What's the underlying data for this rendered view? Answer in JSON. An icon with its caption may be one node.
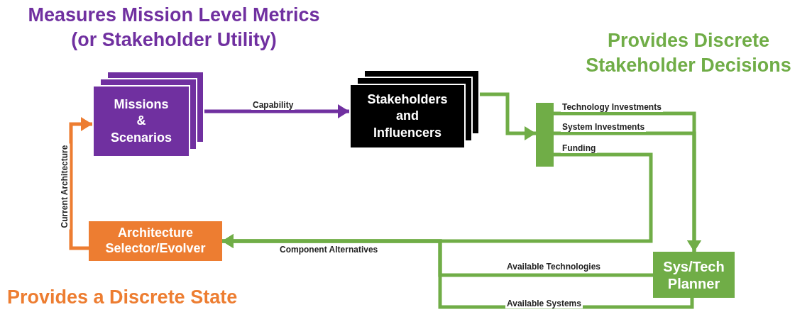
{
  "diagram": {
    "nodes": [
      {
        "text": [
          "Missions & Scenarios"
        ]
      },
      {
        "text": [
          "Stakeholders and Influencers"
        ]
      },
      {
        "text": [],
        "shape": "bar"
      },
      {
        "text": [
          "Sys/Tech Planner"
        ]
      },
      {
        "text": [
          "Architecture Selector/Evolver"
        ]
      }
    ],
    "edges": [
      {
        "from": 0,
        "to": 1,
        "arrow": "to",
        "label": "Capability",
        "color": "#7030a0"
      },
      {
        "from": 1,
        "to": 2,
        "arrow": "to"
      },
      {
        "from": 2,
        "to": 3,
        "arrow": "to",
        "label": "Technology Investments"
      },
      {
        "from": 2,
        "to": 3,
        "arrow": "to",
        "label": "System Investments"
      },
      {
        "from": 2,
        "to": 4,
        "arrow": "to",
        "label": "Funding"
      },
      {
        "from": 3,
        "to": 4,
        "arrow": "to",
        "label": "Available Technologies"
      },
      {
        "from": 3,
        "to": 4,
        "arrow": "to",
        "label": "Available Systems"
      },
      {
        "from": 4,
        "to": 0,
        "arrow": "to",
        "label": "Current Architecture",
        "color": "#ed7d31"
      }
    ],
    "labels": [
      "Measures Mission Level Metrics (or Stakeholder Utility)",
      "Provides Discrete Stakeholder Decisions",
      "Provides a Discrete State",
      "Component Alternatives"
    ]
  }
}
